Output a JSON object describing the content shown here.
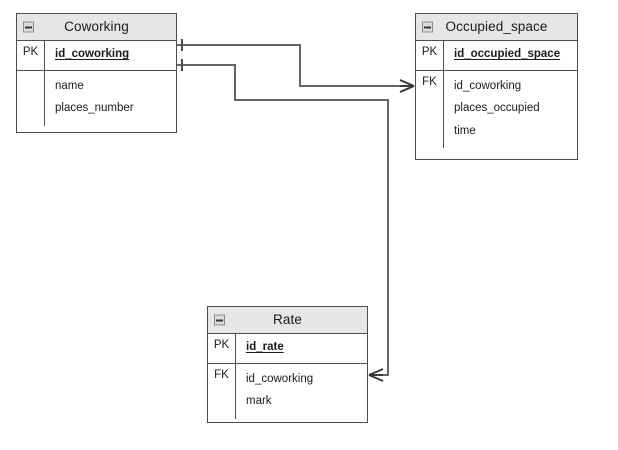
{
  "diagram": {
    "type": "entity-relationship-diagram",
    "notation": "crows-foot",
    "background_color": "#ffffff",
    "line_color": "#666666",
    "border_color": "#4d4d4d",
    "header_fill": "#e6e6e6",
    "text_color": "#1a1a1a"
  },
  "entities": [
    {
      "id": "coworking",
      "name": "Coworking",
      "collapse_icon": "minus-box-icon",
      "primary_key": {
        "key_label": "PK",
        "fields": [
          "id_coworking"
        ]
      },
      "attributes": {
        "key_label": "",
        "fields": [
          "name",
          "places_number"
        ]
      }
    },
    {
      "id": "occupied_space",
      "name": "Occupied_space",
      "collapse_icon": "minus-box-icon",
      "primary_key": {
        "key_label": "PK",
        "fields": [
          "id_occupied_space"
        ]
      },
      "attributes": {
        "key_label": "FK",
        "fields": [
          "id_coworking",
          "places_occupied",
          "time"
        ]
      }
    },
    {
      "id": "rate",
      "name": "Rate",
      "collapse_icon": "minus-box-icon",
      "primary_key": {
        "key_label": "PK",
        "fields": [
          "id_rate"
        ]
      },
      "attributes": {
        "key_label": "FK",
        "fields": [
          "id_coworking",
          "mark"
        ]
      }
    }
  ],
  "relationships": [
    {
      "id": "coworking-to-occupied",
      "from": "coworking",
      "to": "occupied_space",
      "from_cardinality": "one",
      "to_cardinality": "many"
    },
    {
      "id": "coworking-to-rate",
      "from": "coworking",
      "to": "rate",
      "from_cardinality": "one",
      "to_cardinality": "many"
    }
  ]
}
